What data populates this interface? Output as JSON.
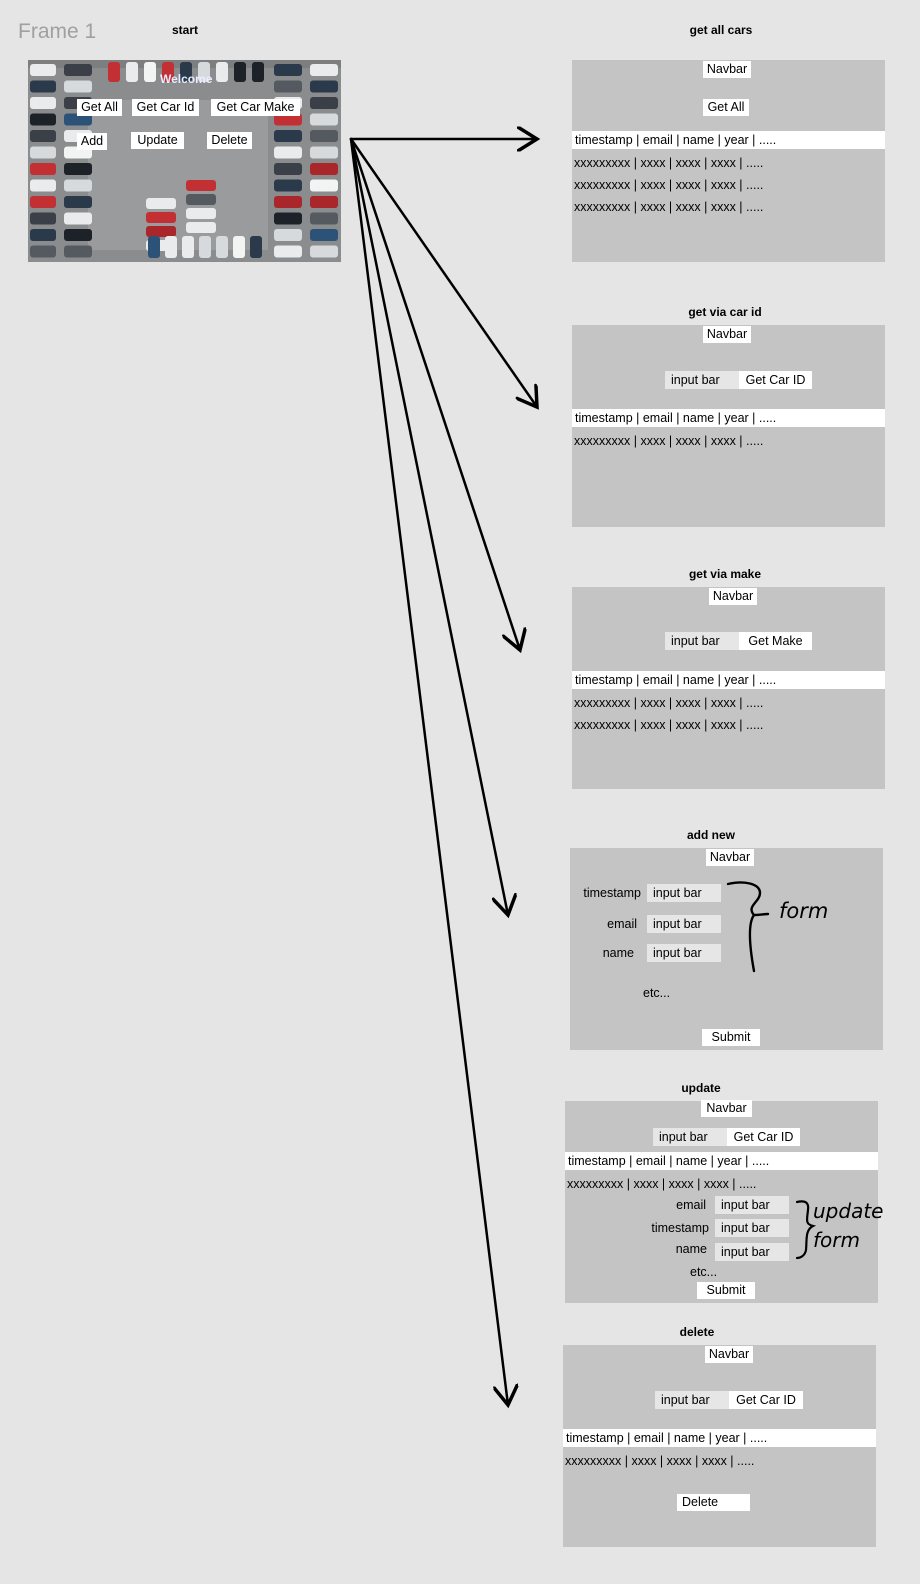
{
  "frame_label": "Frame 1",
  "start": {
    "title": "start",
    "welcome": "Welcome",
    "buttons": [
      "Get All",
      "Get Car Id",
      "Get Car Make",
      "Add",
      "Update",
      "Delete"
    ]
  },
  "table_header": "timestamp | email | name | year | .....",
  "table_row": "xxxxxxxxx  | xxxx  | xxxx  | xxxx | .....",
  "get_all": {
    "title": "get all cars",
    "navbar": "Navbar",
    "button": "Get All"
  },
  "get_id": {
    "title": "get via car id",
    "navbar": "Navbar",
    "input": "input bar",
    "button": "Get Car ID"
  },
  "get_make": {
    "title": "get via make",
    "navbar": "Navbar",
    "input": "input bar",
    "button": "Get Make"
  },
  "add_new": {
    "title": "add new",
    "navbar": "Navbar",
    "fields": [
      "timestamp",
      "email",
      "name"
    ],
    "input": "input bar",
    "etc": "etc...",
    "submit": "Submit",
    "annotation": "form"
  },
  "update": {
    "title": "update",
    "navbar": "Navbar",
    "input": "input bar",
    "button": "Get Car ID",
    "fields": [
      "email",
      "timestamp",
      "name"
    ],
    "etc": "etc...",
    "submit": "Submit",
    "annotation_1": "update",
    "annotation_2": "form"
  },
  "delete": {
    "title": "delete",
    "navbar": "Navbar",
    "input": "input bar",
    "button": "Get Car ID",
    "submit": "Delete"
  }
}
